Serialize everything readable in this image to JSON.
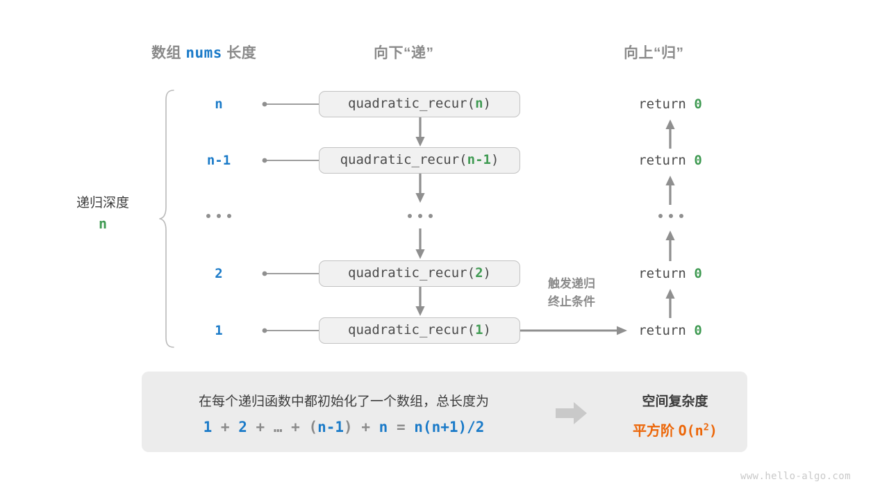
{
  "headers": {
    "left": {
      "prefix": "数组",
      "code": "nums",
      "suffix": "长度"
    },
    "middle": "向下“递”",
    "right": "向上“归”"
  },
  "depth": {
    "label": "递归深度",
    "value": "n"
  },
  "rows": [
    {
      "size": "n",
      "call_prefix": "quadratic_recur(",
      "call_arg": "n",
      "call_suffix": ")",
      "return_text": "return",
      "return_value": "0"
    },
    {
      "size": "n-1",
      "call_prefix": "quadratic_recur(",
      "call_arg": "n-1",
      "call_suffix": ")",
      "return_text": "return",
      "return_value": "0"
    },
    {
      "size": "…",
      "call_prefix": "",
      "call_arg": "",
      "call_suffix": "",
      "return_text": "",
      "return_value": ""
    },
    {
      "size": "2",
      "call_prefix": "quadratic_recur(",
      "call_arg": "2",
      "call_suffix": ")",
      "return_text": "return",
      "return_value": "0"
    },
    {
      "size": "1",
      "call_prefix": "quadratic_recur(",
      "call_arg": "1",
      "call_suffix": ")",
      "return_text": "return",
      "return_value": "0"
    }
  ],
  "trigger_note": {
    "line1": "触发递归",
    "line2": "终止条件"
  },
  "panel": {
    "description": "在每个递归函数中都初始化了一个数组，总长度为",
    "formula": {
      "t1": "1",
      "o1": "+",
      "t2": "2",
      "o2": "+",
      "e": "…",
      "o3": "+",
      "p1": "(",
      "t3": "n-1",
      "p2": ")",
      "o4": "+",
      "t4": "n",
      "eq": "=",
      "t5": "n(n+1)/2"
    },
    "title": "空间复杂度",
    "complexity_label": "平方阶",
    "complexity_big_o": "O(n",
    "complexity_exp": "2",
    "complexity_close": ")"
  },
  "watermark": "www.hello-algo.com",
  "colors": {
    "blue": "#1a7ac8",
    "green": "#3f9a52",
    "orange": "#ec6608",
    "gray_text": "#8a8a8a",
    "dark_text": "#3b3b3b",
    "box_fill": "#f1f1f1",
    "box_border": "#c2c2c2",
    "panel_fill": "#ececec",
    "arrow": "#8f8f8f"
  }
}
